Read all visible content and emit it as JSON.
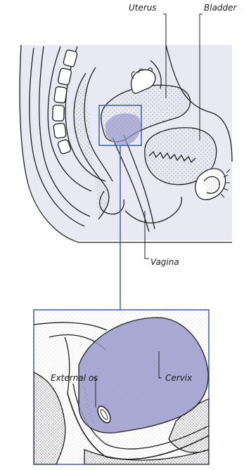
{
  "labels": {
    "uterus": "Uterus",
    "bladder": "Bladder",
    "vagina": "Vagina",
    "external_os": "External os",
    "cervix": "Cervix"
  },
  "colors": {
    "tissue_fill": "#e9e9f4",
    "highlight": "#9a9acc",
    "stroke": "#1f1f1f",
    "callout_box": "#3a5ea8"
  }
}
